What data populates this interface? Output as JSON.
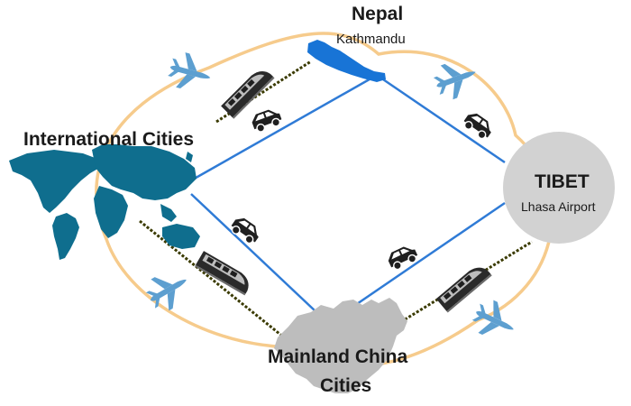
{
  "nodes": {
    "nepal": {
      "name": "Nepal",
      "sub": "Kathmandu"
    },
    "tibet": {
      "name": "TIBET",
      "sub": "Lhasa Airport"
    },
    "international": {
      "name": "International Cities"
    },
    "china": {
      "line1": "Mainland China",
      "line2": "Cities"
    }
  },
  "colors": {
    "flight_arc": "#f6cb8c",
    "road": "#2f7bd6",
    "rail": "#3a3a00",
    "plane": "#5d9fd0",
    "world_map": "#0f6e8e",
    "nepal_map": "#1874d6",
    "china_map": "#bdbdbd",
    "tibet_circle": "#d2d2d2",
    "vehicle": "#1f1f1f"
  },
  "icons": [
    "airplane-icon",
    "train-icon",
    "car-icon"
  ]
}
